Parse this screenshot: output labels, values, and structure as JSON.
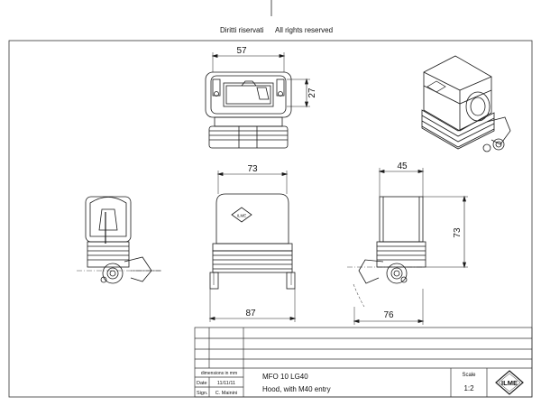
{
  "header": {
    "rights_it": "Diritti riservati",
    "rights_en": "All rights reserved"
  },
  "dimensions": {
    "top_view_width": "57",
    "top_view_height": "27",
    "front_width_top": "73",
    "front_width_bottom": "87",
    "side_width_top": "45",
    "side_height": "73",
    "side_width_bottom": "76"
  },
  "title_block": {
    "units_label": "dimensions in mm",
    "date_label": "Date",
    "date_value": "11/11/11",
    "sign_label": "Sign.",
    "sign_value": "C. Mainini",
    "part_code": "MFO 10 LG40",
    "description": "Hood, with M40 entry",
    "scale_label": "Scale",
    "scale_value": "1:2",
    "logo_text": "ILME"
  },
  "colors": {
    "line": "#1a1a1a",
    "dim_line": "#222222",
    "frame": "#333333"
  }
}
